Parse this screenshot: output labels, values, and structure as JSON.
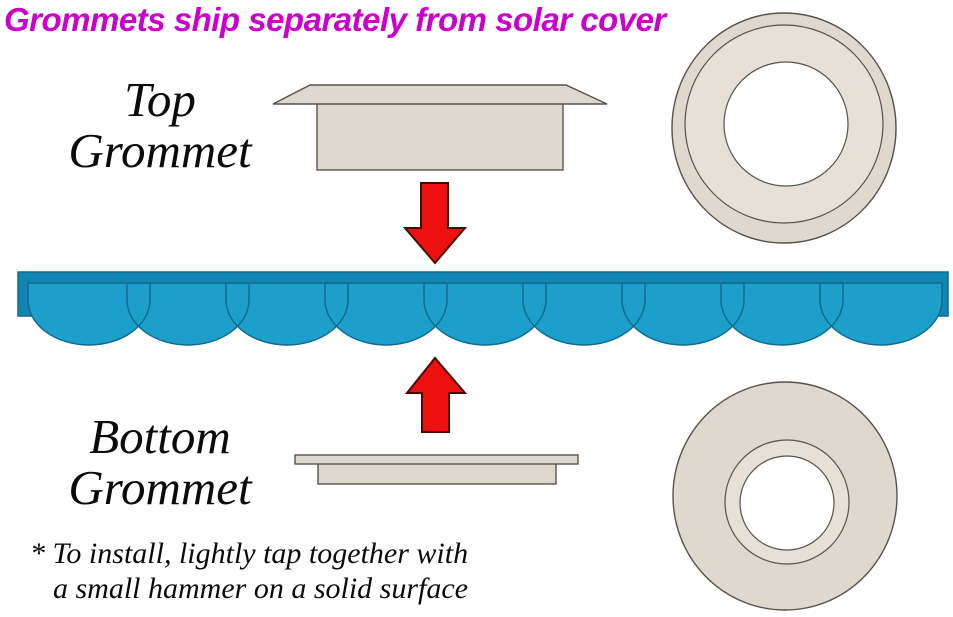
{
  "title": {
    "text": "Grommets ship separately from solar cover"
  },
  "labels": {
    "top_grommet": {
      "line1": "Top",
      "line2": "Grommet"
    },
    "bottom_grommet": {
      "line1": "Bottom",
      "line2": "Grommet"
    }
  },
  "footnote": {
    "line1": "* To install, lightly tap together with",
    "line2": "a small hammer on a solid surface"
  },
  "icons": {
    "down_arrow": "red arrow pointing down from top grommet to cover",
    "up_arrow": "red arrow pointing up from bottom grommet to cover"
  },
  "colors": {
    "title_magenta": "#CC00CC",
    "text_black": "#0b0b0b",
    "cover_blue": "#1C9FCB",
    "cover_blue_dark": "#1186B4",
    "cover_outline": "#0E6C90",
    "arrow_red": "#EE0F0F",
    "arrow_outline": "#4A0505",
    "grommet_beige": "#DFD8CD",
    "grommet_beige_light": "#E6E0D7",
    "grommet_outline": "#57534B"
  }
}
